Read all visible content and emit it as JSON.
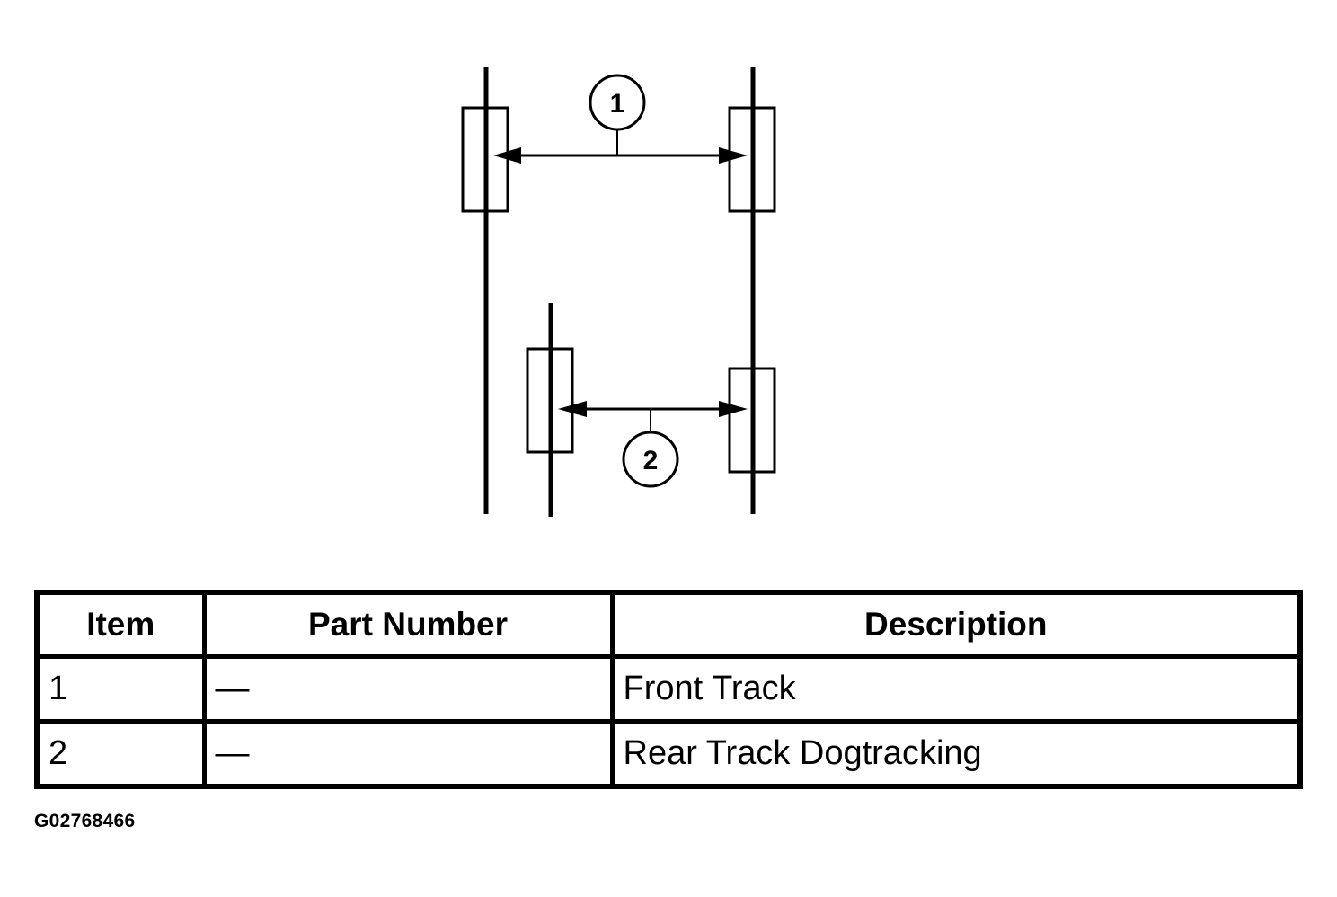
{
  "diagram": {
    "callouts": [
      "1",
      "2"
    ]
  },
  "table": {
    "headers": {
      "item": "Item",
      "part_number": "Part Number",
      "description": "Description"
    },
    "rows": [
      {
        "item": "1",
        "part_number": "—",
        "description": "Front Track"
      },
      {
        "item": "2",
        "part_number": "—",
        "description": "Rear Track Dogtracking"
      }
    ]
  },
  "figure_code": "G02768466",
  "colors": {
    "ink": "#000000",
    "background": "#ffffff"
  }
}
